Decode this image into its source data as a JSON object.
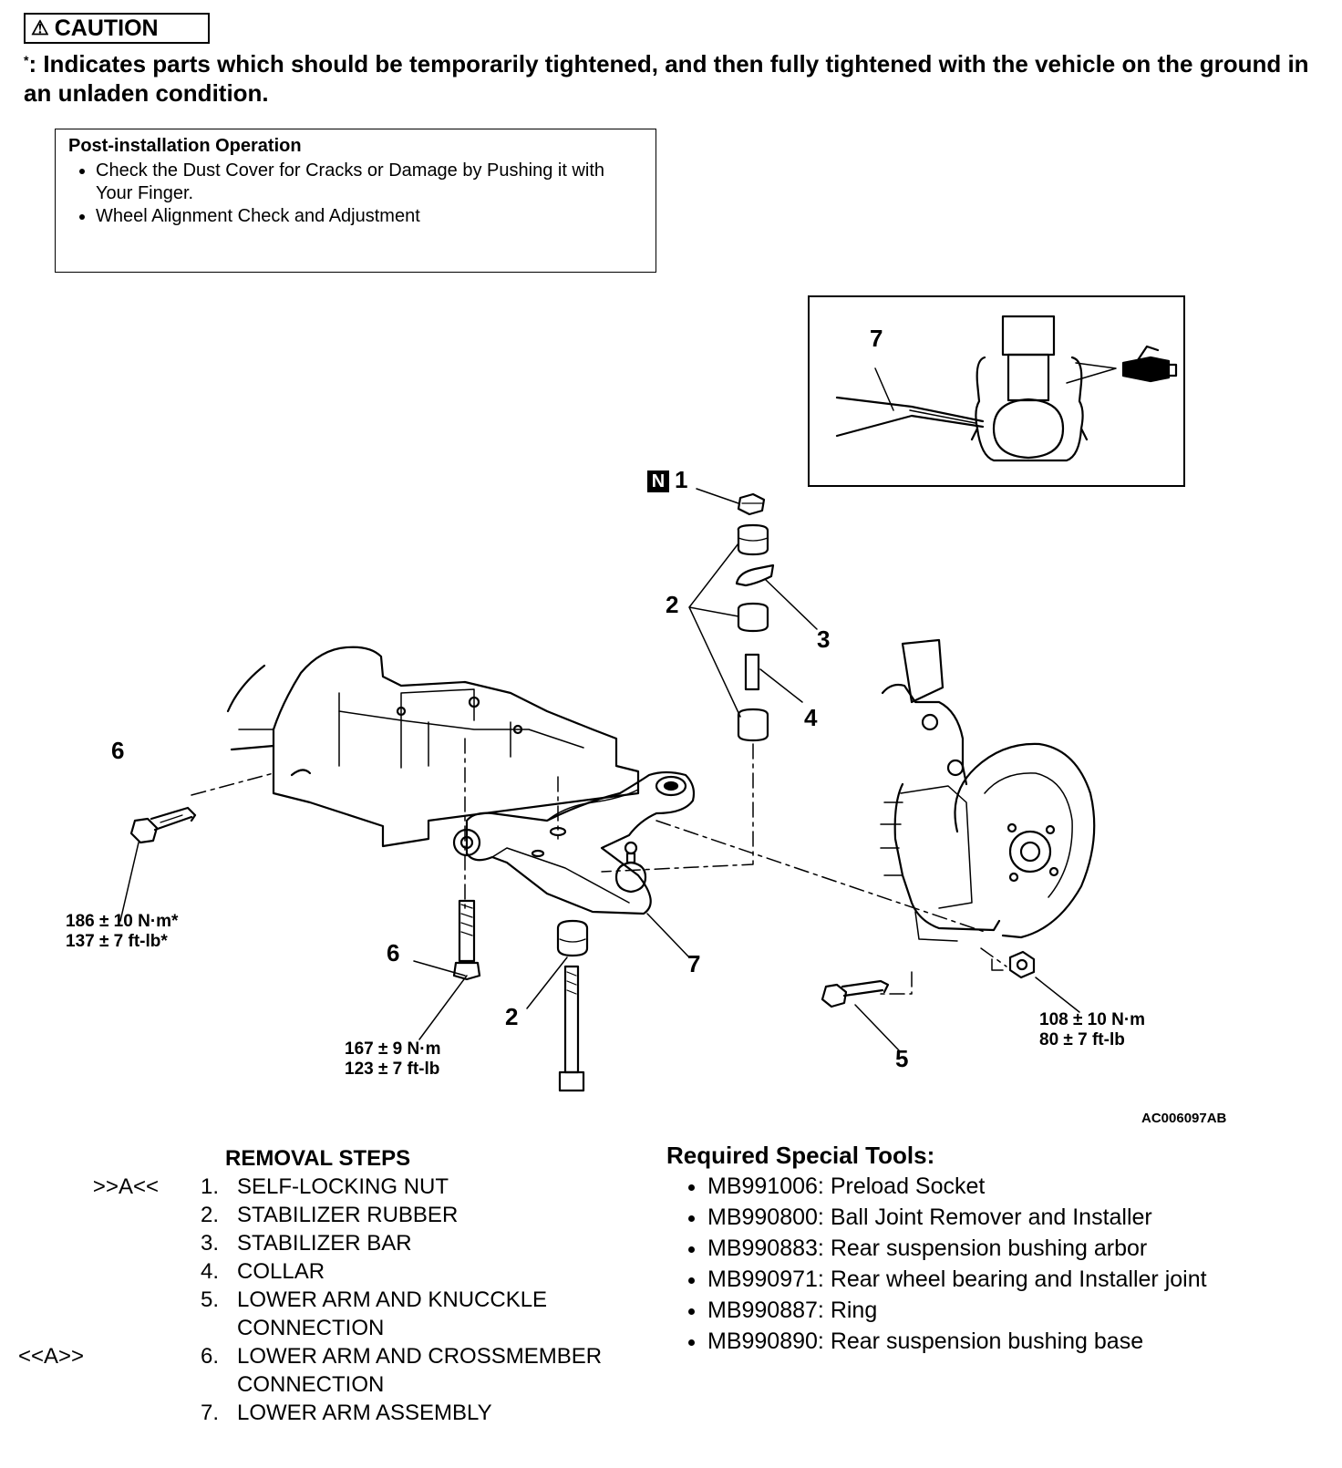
{
  "caution": {
    "label": "CAUTION",
    "asterisk": "*",
    "text": ": Indicates parts which should be temporarily tightened, and then fully tightened with the vehicle on the ground in an unladen condition."
  },
  "post_installation": {
    "title": "Post-installation Operation",
    "items": [
      "Check the Dust Cover for Cracks or Damage by Pushing it with Your Finger.",
      "Wheel Alignment Check and Adjustment"
    ]
  },
  "diagram": {
    "inset_label": "7",
    "new_part_mark": "N",
    "callouts": {
      "c1": "1",
      "c2a": "2",
      "c3": "3",
      "c4": "4",
      "c2b": "2",
      "c6a": "6",
      "c6b": "6",
      "c7": "7",
      "c5": "5"
    },
    "torques": {
      "t1_line1": "186 ± 10 N·m*",
      "t1_line2": "137 ± 7 ft-lb*",
      "t2_line1": "167 ± 9 N·m",
      "t2_line2": "123 ± 7 ft-lb",
      "t3_line1": "108 ± 10 N·m",
      "t3_line2": "80 ± 7 ft-lb"
    },
    "code": "AC006097AB"
  },
  "removal_steps": {
    "title": "REMOVAL STEPS",
    "steps": [
      {
        "mark": ">>A<<",
        "num": "1.",
        "text": "SELF-LOCKING NUT"
      },
      {
        "mark": "",
        "num": "2.",
        "text": "STABILIZER RUBBER"
      },
      {
        "mark": "",
        "num": "3.",
        "text": "STABILIZER BAR"
      },
      {
        "mark": "",
        "num": "4.",
        "text": "COLLAR"
      },
      {
        "mark": "",
        "num": "5.",
        "text": "LOWER ARM AND KNUCCKLE CONNECTION"
      },
      {
        "mark": "<<A>>",
        "num": "6.",
        "text": "LOWER ARM AND CROSSMEMBER CONNECTION"
      },
      {
        "mark": "",
        "num": "7.",
        "text": "LOWER ARM ASSEMBLY"
      }
    ]
  },
  "special_tools": {
    "title": "Required Special Tools:",
    "items": [
      "MB991006: Preload Socket",
      "MB990800: Ball Joint Remover and Installer",
      "MB990883: Rear suspension bushing arbor",
      "MB990971: Rear wheel bearing and Installer joint",
      "MB990887: Ring",
      "MB990890: Rear suspension bushing base"
    ]
  }
}
